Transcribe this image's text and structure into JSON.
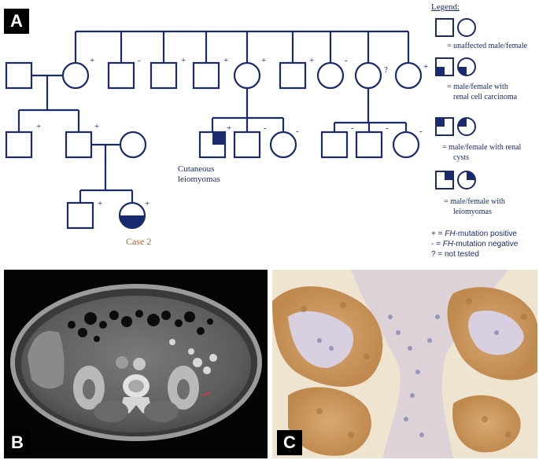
{
  "panels": {
    "a": "A",
    "b": "B",
    "c": "C"
  },
  "legend": {
    "title": "Legend:",
    "unaffected": "= unaffected male/female",
    "rcc_line1": "= male/female  with",
    "rcc_line2": "renal cell carcinoma",
    "cysts_line1": "= male/female  with renal",
    "cysts_line2": "cysts",
    "leio_line1": "= male/female  with",
    "leio_line2": "leiomyomas"
  },
  "status": {
    "pos_sym": "+ = ",
    "pos_gene": "FH",
    "pos_rest": "-mutation positive",
    "neg_sym": "-  = ",
    "neg_gene": "FH",
    "neg_rest": "-mutation negative",
    "nt": "?  = not tested"
  },
  "annotations": {
    "cutaneous_line1": "Cutaneous",
    "cutaneous_line2": "leiomyomas",
    "case": "Case 2"
  },
  "marks": {
    "g1_1": "+",
    "g1_2": "-",
    "g1_3": "+",
    "g1_4": "+",
    "g1_5": "+",
    "g1_6": "+",
    "g1_7": "-",
    "g1_8": "?",
    "g1_9": "+",
    "g2_1": "+",
    "g2_2": "+",
    "g2_4": "+",
    "g2_5": "-",
    "g2_6": "-",
    "g2_7": "-",
    "g2_8": "-",
    "g2_9": "-",
    "g3_1": "+",
    "g3_2": "+"
  },
  "colors": {
    "pedigree": "#1a2a6e",
    "case": "#b5652a"
  }
}
